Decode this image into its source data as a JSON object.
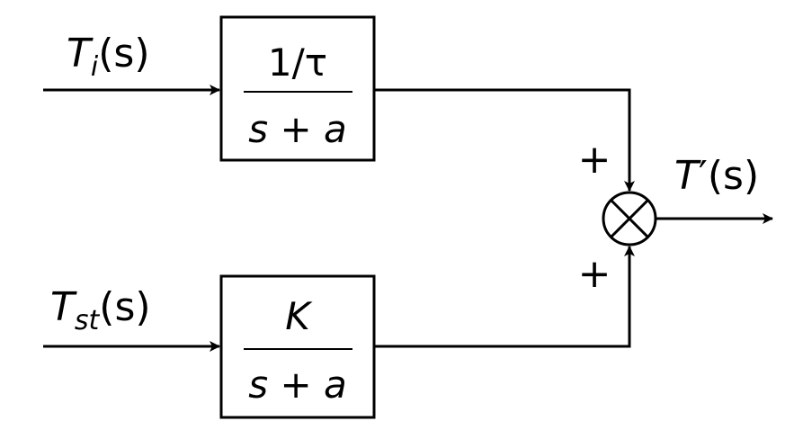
{
  "inputs": {
    "top": {
      "symbol": "T",
      "subscript": "i",
      "arg": "(s)"
    },
    "bottom": {
      "symbol": "T",
      "subscript": "st",
      "arg": "(s)"
    }
  },
  "blocks": {
    "top": {
      "numerator": "1/τ",
      "denominator": "s + a"
    },
    "bottom": {
      "numerator": "K",
      "denominator": "s + a"
    }
  },
  "summing_junction": {
    "sign_top": "+",
    "sign_bottom": "+"
  },
  "output": {
    "symbol": "T",
    "prime": "′",
    "arg": "(s)"
  }
}
